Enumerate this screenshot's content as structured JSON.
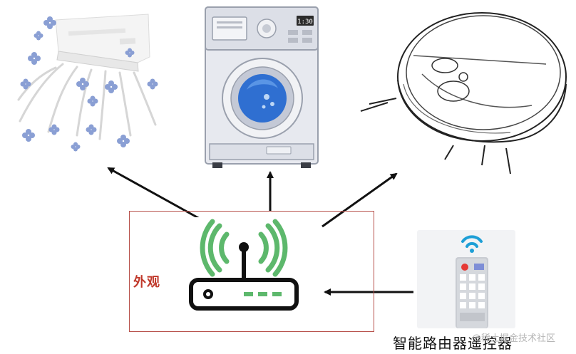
{
  "router_box_label": "外观",
  "remote_label": "智能路由器遥控器",
  "watermark": "@稀土掘金技术社区",
  "washer_display": "1:30",
  "colors": {
    "box_border": "#b8524c",
    "box_label": "#c0392b",
    "wifi_green": "#5db86c",
    "wifi_blue": "#1e9fd6",
    "router_dot": "#5db86c",
    "remote_red": "#e53935",
    "remote_blue_btn": "#7e8ed6"
  },
  "icons": [
    "air-conditioner-icon",
    "washing-machine-icon",
    "robot-vacuum-icon",
    "wifi-router-icon",
    "remote-control-icon"
  ]
}
